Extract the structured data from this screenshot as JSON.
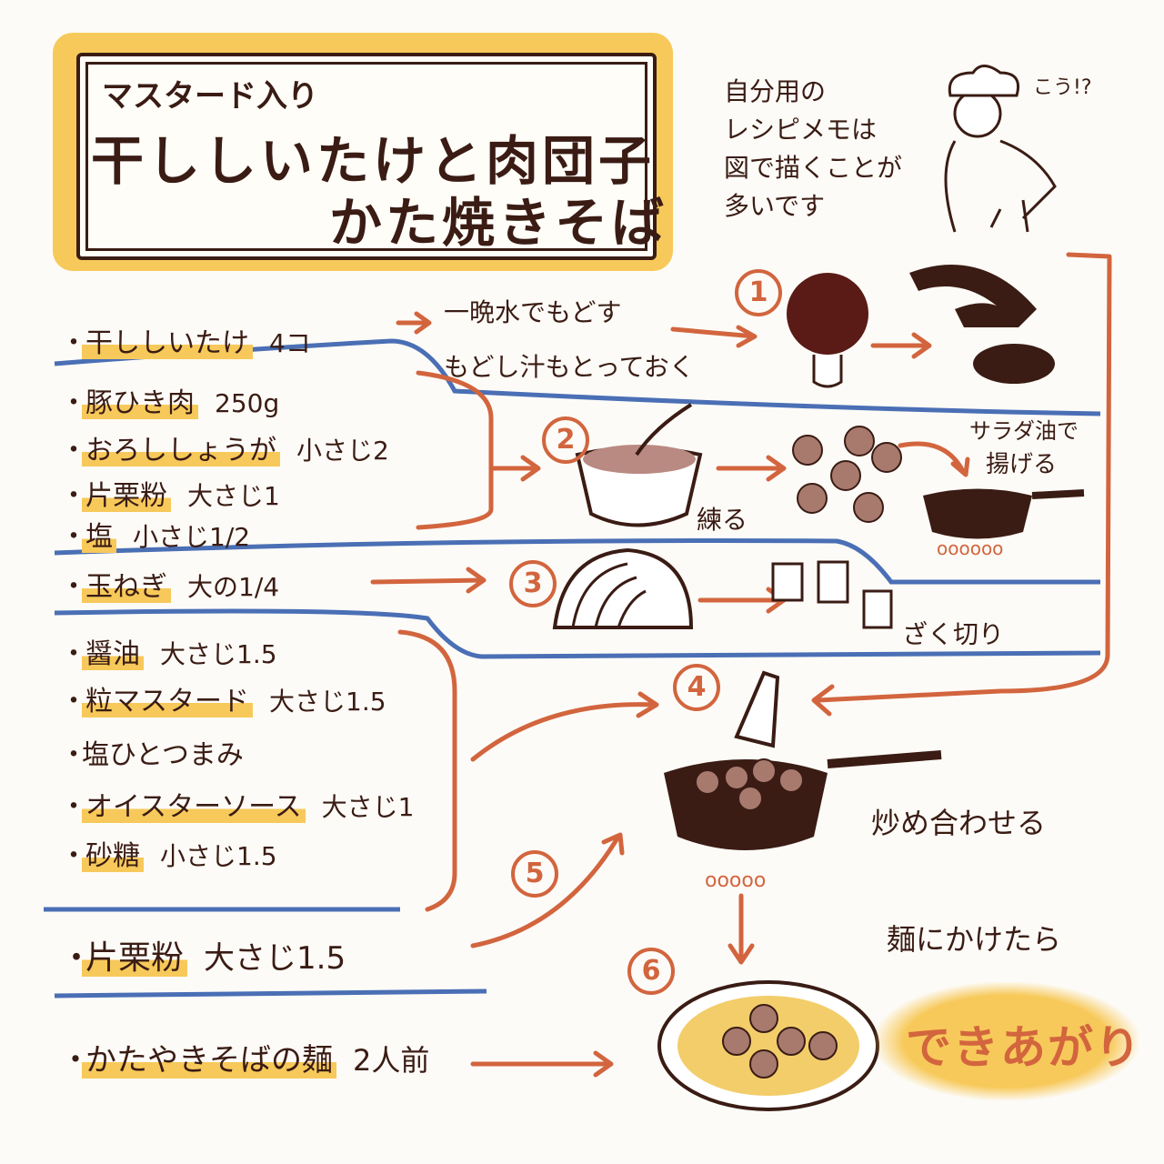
{
  "title": {
    "subtitle": "マスタード入り",
    "line1": "干ししいたけと肉団子",
    "line2": "かた焼きそば"
  },
  "memo": {
    "lines": [
      "自分用の",
      "レシピメモは",
      "図で描くことが",
      "多いです"
    ],
    "character_speech": "こう!?"
  },
  "ingredients": {
    "shiitake": {
      "name": "干ししいたけ",
      "qty": "4コ"
    },
    "pork": {
      "name": "豚ひき肉",
      "qty": "250g"
    },
    "ginger": {
      "name": "おろししょうが",
      "qty": "小さじ2"
    },
    "katakuri1": {
      "name": "片栗粉",
      "qty": "大さじ1"
    },
    "salt1": {
      "name": "塩",
      "qty": "小さじ1/2"
    },
    "onion": {
      "name": "玉ねぎ",
      "qty": "大の1/4"
    },
    "soy": {
      "name": "醤油",
      "qty": "大さじ1.5"
    },
    "mustard": {
      "name": "粒マスタード",
      "qty": "大さじ1.5"
    },
    "salt2": {
      "name": "塩ひとつまみ",
      "qty": ""
    },
    "oyster": {
      "name": "オイスターソース",
      "qty": "大さじ1"
    },
    "sugar": {
      "name": "砂糖",
      "qty": "小さじ1.5"
    },
    "katakuri2": {
      "name": "片栗粉",
      "qty": "大さじ1.5"
    },
    "noodles": {
      "name": "かたやきそばの麺",
      "qty": "2人前"
    }
  },
  "bullet": "・",
  "steps": {
    "s1": {
      "num": "1",
      "note1": "一晩水でもどす",
      "note2": "もどし汁もとっておく"
    },
    "s2": {
      "num": "2",
      "knead": "練る",
      "fry1": "サラダ油で",
      "fry2": "揚げる"
    },
    "s3": {
      "num": "3",
      "cut": "ざく切り"
    },
    "s4": {
      "num": "4",
      "stir": "炒め合わせる"
    },
    "s5": {
      "num": "5"
    },
    "s6": {
      "num": "6",
      "pour": "麺にかけたら"
    },
    "done": "できあがり"
  },
  "colors": {
    "ink": "#3a1c14",
    "accent": "#d2653e",
    "highlight": "#f7c95a",
    "divider": "#4a6fb5",
    "shiitake": "#5a1a16"
  }
}
